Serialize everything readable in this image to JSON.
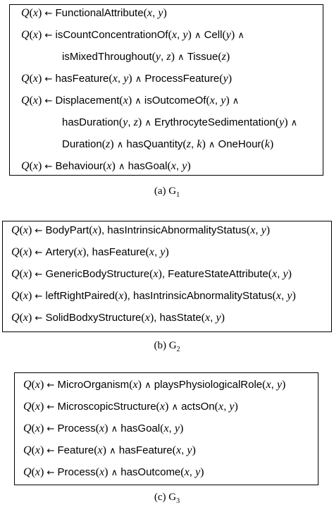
{
  "tables": [
    {
      "caption": "(a) G",
      "caption_sub": "1",
      "rules": [
        "Q(x) ← FunctionalAttribute(x, y)",
        "Q(x) ← isCountConcentrationOf(x, y) ∧ Cell(y)∧",
        "isMixedThroughout(y, z) ∧ Tissue(z)",
        "Q(x) ← hasFeature(x, y) ∧ ProcessFeature(y)",
        "Q(x) ← Displacement(x) ∧ isOutcomeOf(x, y)∧",
        "hasDuration(y, z) ∧ ErythrocyteSedimentation(y)∧",
        "Duration(z) ∧ hasQuantity(z, k) ∧ OneHour(k)",
        "Q(x) ← Behaviour(x) ∧ hasGoal(x, y)"
      ]
    },
    {
      "caption": "(b) G",
      "caption_sub": "2",
      "rules": [
        "Q(x) ← BodyPart(x), hasIntrinsicAbnormalityStatus(x, y)",
        "Q(x) ← Artery(x), hasFeature(x, y)",
        "Q(x) ← GenericBodyStructure(x), FeatureStateAttribute(x, y)",
        "Q(x) ← leftRightPaired(x), hasIntrinsicAbnormalityStatus(x, y)",
        "Q(x) ← SolidBodxyStructure(x), hasState(x, y)"
      ]
    },
    {
      "caption": "(c) G",
      "caption_sub": "3",
      "rules": [
        "Q(x) ← MicroOrganism(x) ∧ playsPhysiologicalRole(x, y)",
        "Q(x) ← MicroscopicStructure(x) ∧ actsOn(x, y)",
        "Q(x) ← Process(x) ∧ hasGoal(x, y)",
        "Q(x) ← Feature(x) ∧ hasFeature(x, y)",
        "Q(x) ← Process(x) ∧ hasOutcome(x, y)"
      ]
    }
  ]
}
